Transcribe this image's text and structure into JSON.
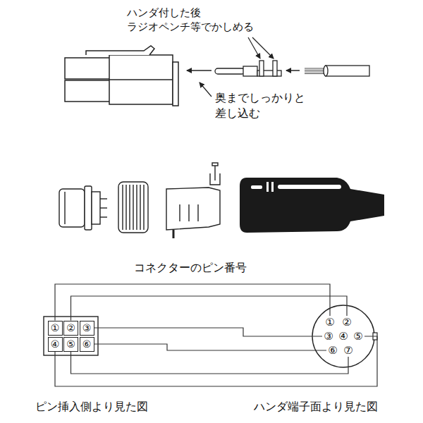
{
  "diagram": {
    "title": "コネクターのピン番号",
    "nodes": [
      {
        "text": [
          "①"
        ]
      },
      {
        "text": [
          "②"
        ]
      },
      {
        "text": [
          "③"
        ]
      },
      {
        "text": [
          "④"
        ]
      },
      {
        "text": [
          "⑤"
        ]
      },
      {
        "text": [
          "⑥"
        ]
      },
      {
        "text": [
          "①"
        ]
      },
      {
        "text": [
          "②"
        ]
      },
      {
        "text": [
          "③"
        ]
      },
      {
        "text": [
          "④"
        ]
      },
      {
        "text": [
          "⑤"
        ]
      },
      {
        "text": [
          "⑥"
        ]
      },
      {
        "text": [
          "⑦"
        ]
      }
    ],
    "edges": [
      {
        "from": 0,
        "to": 6,
        "arrow": "none"
      },
      {
        "from": 1,
        "to": 7,
        "arrow": "none"
      },
      {
        "from": 2,
        "to": 8,
        "arrow": "none"
      },
      {
        "from": 3,
        "to": 10,
        "arrow": "none"
      },
      {
        "from": 4,
        "to": 12,
        "arrow": "none"
      },
      {
        "from": 5,
        "to": 11,
        "arrow": "none"
      }
    ],
    "labels": [
      "ハンダ付した後 ラジオペンチ等でかしめる",
      "奥までしっかりと 差し込む",
      "ピン挿入側より見た図",
      "ハンダ端子面より見た図"
    ]
  }
}
